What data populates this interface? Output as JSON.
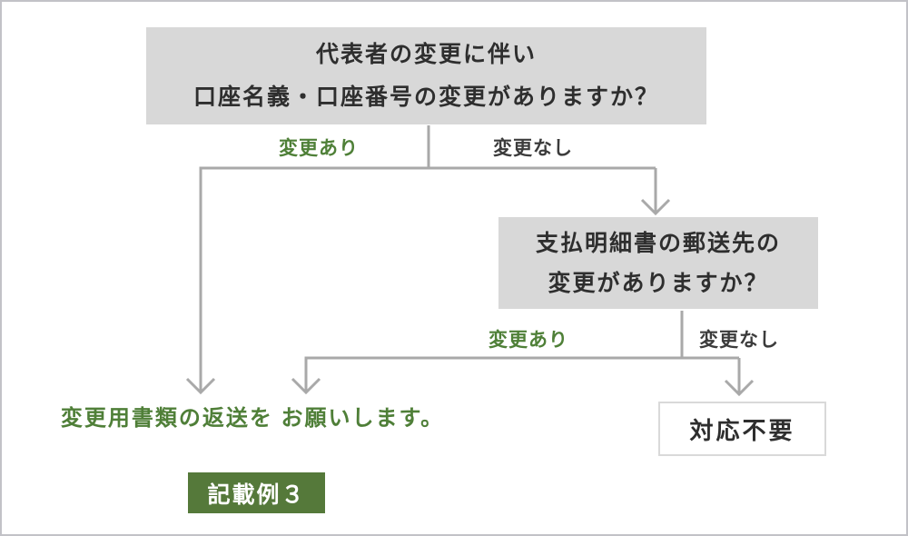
{
  "diagram": {
    "question1": {
      "line1": "代表者の変更に伴い",
      "line2": "口座名義・口座番号の変更がありますか？"
    },
    "branch1": {
      "yes_label": "変更あり",
      "no_label": "変更なし"
    },
    "question2": {
      "line1": "支払明細書の郵送先の",
      "line2": "変更がありますか？"
    },
    "branch2": {
      "yes_label": "変更あり",
      "no_label": "変更なし"
    },
    "result_change": {
      "line1": "変更用書類の返送を",
      "line2": "お願いします。",
      "button_label": "記載例３"
    },
    "result_none": {
      "label": "対応不要"
    },
    "colors": {
      "box_gray": "#d8d8d8",
      "line_gray": "#a9a9a9",
      "accent_green_text": "#4f7f38",
      "accent_green_button": "#55793a",
      "text_dark": "#2e2e2e",
      "no_action_border": "#d9d9d9"
    }
  }
}
